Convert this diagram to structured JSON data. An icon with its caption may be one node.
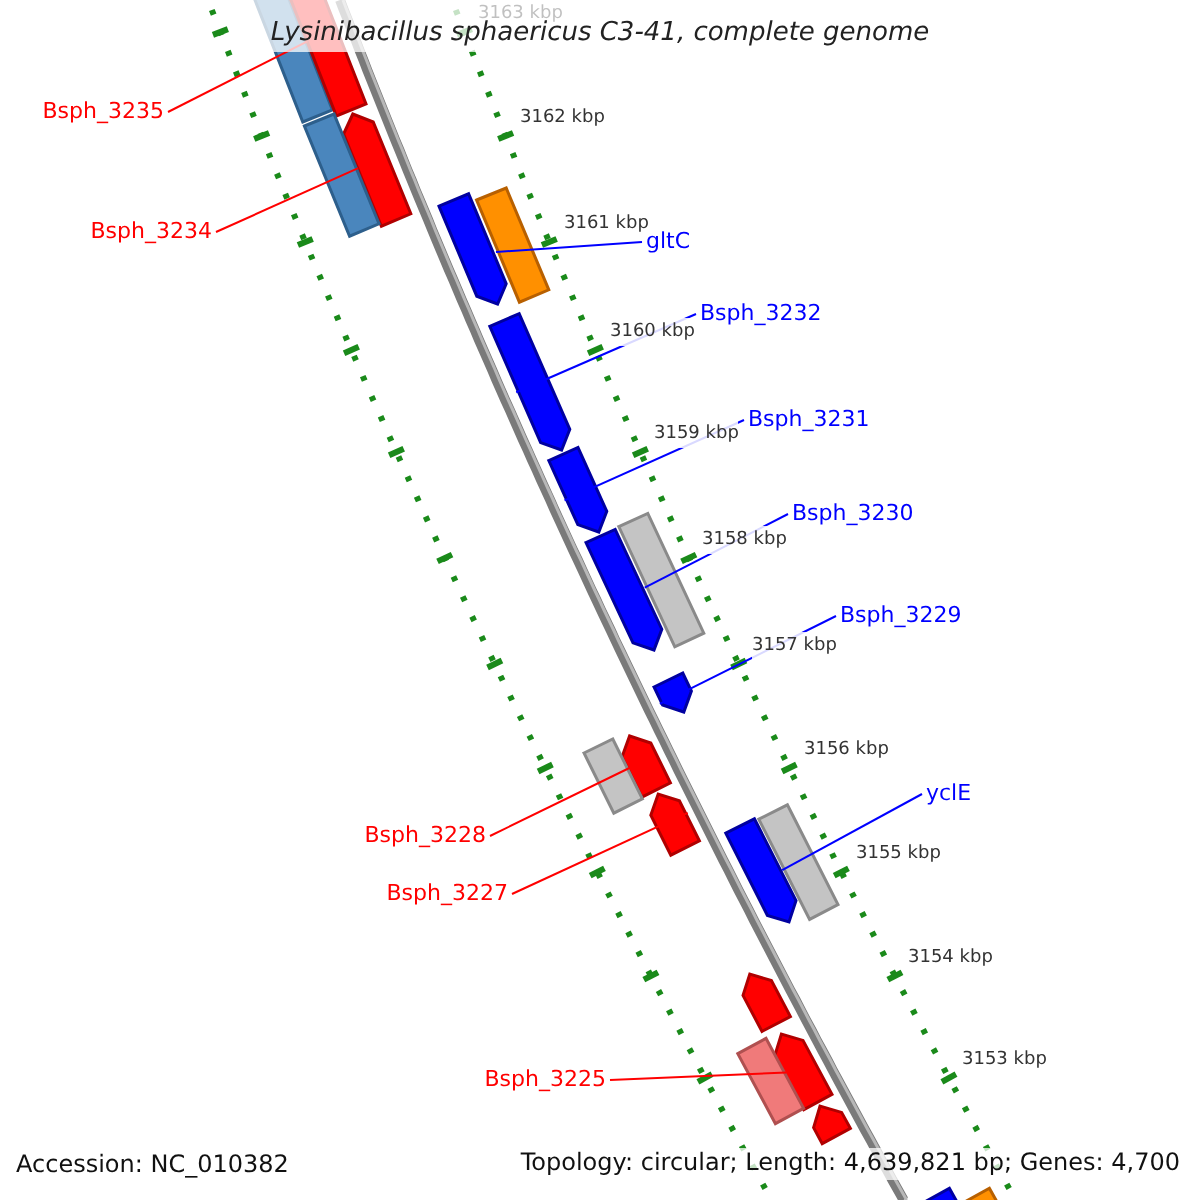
{
  "diagram": {
    "title": "Lysinibacillus sphaericus C3-41, complete genome",
    "nodes": [
      {
        "text": [
          "Bsph_3235"
        ]
      },
      {
        "text": [
          "Bsph_3234"
        ]
      },
      {
        "text": [
          "gltC"
        ]
      },
      {
        "text": [
          "Bsph_3232"
        ]
      },
      {
        "text": [
          "Bsph_3231"
        ]
      },
      {
        "text": [
          "Bsph_3230"
        ]
      },
      {
        "text": [
          "Bsph_3229"
        ]
      },
      {
        "text": [
          "yclE"
        ]
      },
      {
        "text": [
          "Bsph_3228"
        ]
      },
      {
        "text": [
          "Bsph_3227"
        ]
      },
      {
        "text": [
          "Bsph_3225"
        ]
      },
      {
        "text": [],
        "shape": "box"
      },
      {
        "text": [],
        "shape": "arrow"
      },
      {
        "text": [],
        "shape": "arrow"
      },
      {
        "text": [],
        "shape": "box"
      },
      {
        "text": [],
        "shape": "box"
      },
      {
        "text": [],
        "shape": "arrow"
      },
      {
        "text": [],
        "shape": "arrow"
      },
      {
        "text": [],
        "shape": "arrow"
      },
      {
        "text": [],
        "shape": "box"
      },
      {
        "text": [],
        "shape": "arrow"
      },
      {
        "text": [],
        "shape": "arrow"
      },
      {
        "text": [],
        "shape": "arrow"
      },
      {
        "text": [],
        "shape": "box"
      },
      {
        "text": [],
        "shape": "arrow"
      },
      {
        "text": [],
        "shape": "box"
      },
      {
        "text": [],
        "shape": "arrow"
      },
      {
        "text": [],
        "shape": "arrow"
      },
      {
        "text": [],
        "shape": "arrow"
      },
      {
        "text": [],
        "shape": "box"
      },
      {
        "text": [],
        "shape": "arrow"
      },
      {
        "text": [],
        "shape": "box"
      },
      {
        "text": [],
        "shape": "arrow"
      }
    ],
    "edges": [
      {
        "from": 0,
        "to": 11,
        "arrow": "none",
        "color": "#ff0000"
      },
      {
        "from": 1,
        "to": 14,
        "arrow": "none",
        "color": "#ff0000"
      },
      {
        "from": 2,
        "to": 15,
        "arrow": "none"
      },
      {
        "from": 3,
        "to": 17,
        "arrow": "none"
      },
      {
        "from": 4,
        "to": 18,
        "arrow": "none"
      },
      {
        "from": 5,
        "to": 19,
        "arrow": "none"
      },
      {
        "from": 6,
        "to": 21,
        "arrow": "none"
      },
      {
        "from": 7,
        "to": 25,
        "arrow": "none"
      },
      {
        "from": 8,
        "to": 23,
        "arrow": "none",
        "color": "#ff0000"
      },
      {
        "from": 9,
        "to": 24,
        "arrow": "none",
        "color": "#ff0000"
      },
      {
        "from": 10,
        "to": 29,
        "arrow": "none",
        "color": "#ff0000"
      }
    ],
    "labels": [
      "3163 kbp",
      "3162 kbp",
      "3161 kbp",
      "3160 kbp",
      "3159 kbp",
      "3158 kbp",
      "3157 kbp",
      "3156 kbp",
      "3155 kbp",
      "3154 kbp",
      "3153 kbp",
      "Accession: NC_010382",
      "Topology: circular; Length: 4,639,821 bp; Genes: 4,700"
    ]
  }
}
